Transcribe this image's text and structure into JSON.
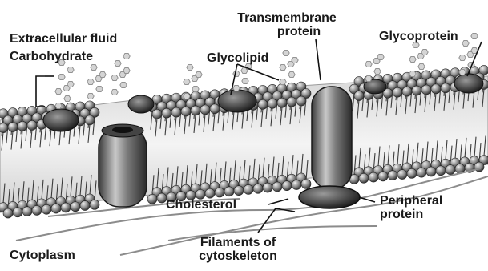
{
  "labels": {
    "extracellular_fluid": "Extracellular fluid",
    "carbohydrate": "Carbohydrate",
    "transmembrane_protein_line1": "Transmembrane",
    "transmembrane_protein_line2": "protein",
    "glycoprotein": "Glycoprotein",
    "glycolipid": "Glycolipid",
    "cholesterol": "Cholesterol",
    "peripheral_protein_line1": "Peripheral",
    "peripheral_protein_line2": "protein",
    "filaments_line1": "Filaments of",
    "filaments_line2": "cytoskeleton",
    "cytoplasm": "Cytoplasm"
  }
}
